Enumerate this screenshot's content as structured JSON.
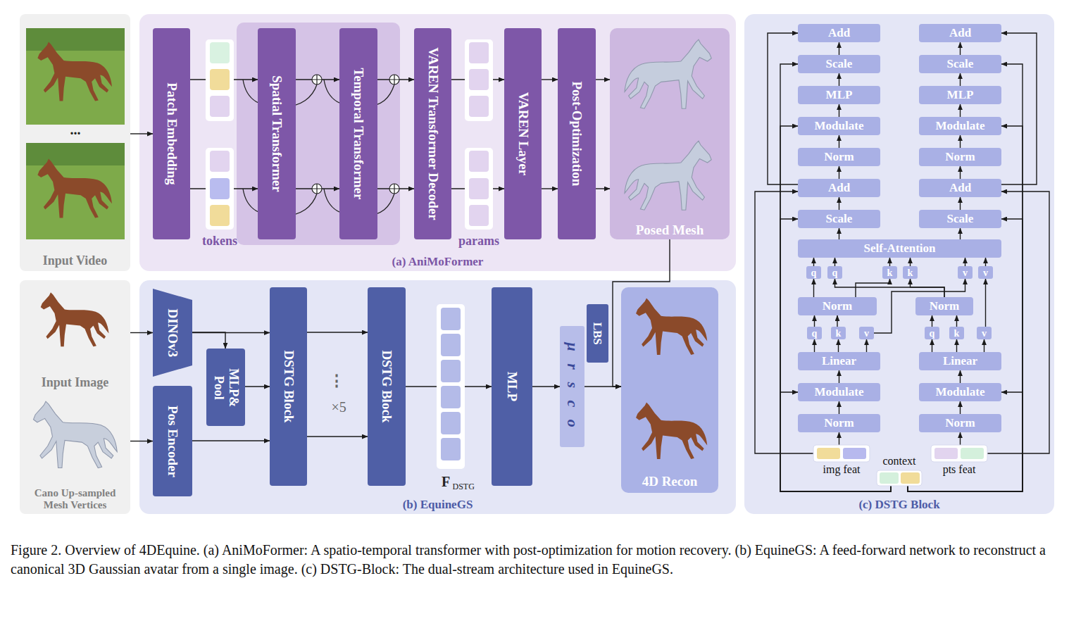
{
  "diagram": {
    "caption": "Figure 2. Overview of 4DEquine. (a) AniMoFormer: A spatio-temporal transformer with post-optimization for motion recovery. (b) EquineGS: A feed-forward network to reconstruct a canonical 3D Gaussian avatar from a single image. (c) DSTG-Block: The dual-stream architecture used in EquineGS.",
    "nodes": [
      {
        "text": [
          "Input Video"
        ]
      },
      {
        "text": [
          "(a) AniMoFormer"
        ]
      },
      {
        "text": [
          "Patch Embedding"
        ],
        "in": 1
      },
      {
        "text": [
          "Spatial Transformer"
        ],
        "in": 1
      },
      {
        "text": [
          "Temporal Transformer"
        ],
        "in": 1
      },
      {
        "text": [
          "VAREN Transformer Decoder"
        ],
        "in": 1
      },
      {
        "text": [
          "VAREN Layer"
        ],
        "in": 1
      },
      {
        "text": [
          "Post-Optimization"
        ],
        "in": 1
      },
      {
        "text": [
          "Posed Mesh"
        ],
        "in": 1
      },
      {
        "text": [
          "Input Image",
          "Cano Up-sampled Mesh Vertices"
        ]
      },
      {
        "text": [
          "(b) EquineGS"
        ]
      },
      {
        "text": [
          "DINOv3"
        ],
        "in": 10
      },
      {
        "text": [
          "Pos Encoder"
        ],
        "in": 10
      },
      {
        "text": [
          "MLP& Pool"
        ],
        "in": 10
      },
      {
        "text": [
          "DSTG Block"
        ],
        "in": 10
      },
      {
        "text": [
          "DSTG Block"
        ],
        "in": 10
      },
      {
        "text": [
          "MLP"
        ],
        "in": 10
      },
      {
        "text": [
          "μ r s c o"
        ],
        "in": 10
      },
      {
        "text": [
          "LBS"
        ],
        "in": 10
      },
      {
        "text": [
          "4D Recon"
        ],
        "in": 10
      },
      {
        "text": [
          "(c) DSTG Block"
        ]
      },
      {
        "text": [
          "Add"
        ],
        "in": 20
      },
      {
        "text": [
          "Add"
        ],
        "in": 20
      },
      {
        "text": [
          "Scale"
        ],
        "in": 20
      },
      {
        "text": [
          "Scale"
        ],
        "in": 20
      },
      {
        "text": [
          "MLP"
        ],
        "in": 20
      },
      {
        "text": [
          "MLP"
        ],
        "in": 20
      },
      {
        "text": [
          "Modulate"
        ],
        "in": 20
      },
      {
        "text": [
          "Modulate"
        ],
        "in": 20
      },
      {
        "text": [
          "Norm"
        ],
        "in": 20
      },
      {
        "text": [
          "Norm"
        ],
        "in": 20
      },
      {
        "text": [
          "Add"
        ],
        "in": 20
      },
      {
        "text": [
          "Add"
        ],
        "in": 20
      },
      {
        "text": [
          "Scale"
        ],
        "in": 20
      },
      {
        "text": [
          "Scale"
        ],
        "in": 20
      },
      {
        "text": [
          "Self-Attention"
        ],
        "in": 20
      },
      {
        "text": [
          "q"
        ],
        "in": 20
      },
      {
        "text": [
          "q"
        ],
        "in": 20
      },
      {
        "text": [
          "k"
        ],
        "in": 20
      },
      {
        "text": [
          "k"
        ],
        "in": 20
      },
      {
        "text": [
          "v"
        ],
        "in": 20
      },
      {
        "text": [
          "v"
        ],
        "in": 20
      },
      {
        "text": [
          "Norm"
        ],
        "in": 20
      },
      {
        "text": [
          "Norm"
        ],
        "in": 20
      },
      {
        "text": [
          "q"
        ],
        "in": 20
      },
      {
        "text": [
          "k"
        ],
        "in": 20
      },
      {
        "text": [
          "v"
        ],
        "in": 20
      },
      {
        "text": [
          "q"
        ],
        "in": 20
      },
      {
        "text": [
          "k"
        ],
        "in": 20
      },
      {
        "text": [
          "v"
        ],
        "in": 20
      },
      {
        "text": [
          "Linear"
        ],
        "in": 20
      },
      {
        "text": [
          "Linear"
        ],
        "in": 20
      },
      {
        "text": [
          "Modulate"
        ],
        "in": 20
      },
      {
        "text": [
          "Modulate"
        ],
        "in": 20
      },
      {
        "text": [
          "Norm"
        ],
        "in": 20
      },
      {
        "text": [
          "Norm"
        ],
        "in": 20
      },
      {
        "text": [
          "img feat"
        ],
        "in": 20
      },
      {
        "text": [
          "context"
        ],
        "in": 20
      },
      {
        "text": [
          "pts feat"
        ],
        "in": 20
      }
    ],
    "edges": [
      {
        "from": 0,
        "to": 2,
        "arrow": "to"
      },
      {
        "from": 2,
        "to": 3,
        "arrow": "to"
      },
      {
        "from": 3,
        "to": 4,
        "arrow": "to"
      },
      {
        "from": 4,
        "to": 5,
        "arrow": "to"
      },
      {
        "from": 5,
        "to": 6,
        "arrow": "to"
      },
      {
        "from": 6,
        "to": 7,
        "arrow": "to"
      },
      {
        "from": 7,
        "to": 8,
        "arrow": "to"
      },
      {
        "from": 8,
        "to": 19,
        "arrow": "to"
      },
      {
        "from": 9,
        "to": 11,
        "arrow": "to"
      },
      {
        "from": 9,
        "to": 12,
        "arrow": "to"
      },
      {
        "from": 11,
        "to": 14,
        "arrow": "to"
      },
      {
        "from": 11,
        "to": 13,
        "arrow": "to"
      },
      {
        "from": 13,
        "to": 14,
        "arrow": "to"
      },
      {
        "from": 12,
        "to": 14,
        "arrow": "to"
      },
      {
        "from": 14,
        "to": 15,
        "arrow": "to"
      },
      {
        "from": 15,
        "to": 16,
        "arrow": "to"
      },
      {
        "from": 16,
        "to": 17,
        "arrow": "to"
      },
      {
        "from": 17,
        "to": 19,
        "arrow": "to"
      },
      {
        "from": 56,
        "to": 54,
        "arrow": "to"
      },
      {
        "from": 54,
        "to": 52,
        "arrow": "to"
      },
      {
        "from": 52,
        "to": 50,
        "arrow": "to"
      },
      {
        "from": 50,
        "to": 44,
        "arrow": "to"
      },
      {
        "from": 50,
        "to": 45,
        "arrow": "to"
      },
      {
        "from": 50,
        "to": 46,
        "arrow": "to"
      },
      {
        "from": 44,
        "to": 42,
        "arrow": "to"
      },
      {
        "from": 45,
        "to": 42,
        "arrow": "to"
      },
      {
        "from": 42,
        "to": 36,
        "arrow": "to"
      },
      {
        "from": 42,
        "to": 38,
        "arrow": "to"
      },
      {
        "from": 46,
        "to": 40,
        "arrow": "to"
      },
      {
        "from": 58,
        "to": 55,
        "arrow": "to"
      },
      {
        "from": 55,
        "to": 53,
        "arrow": "to"
      },
      {
        "from": 53,
        "to": 51,
        "arrow": "to"
      },
      {
        "from": 51,
        "to": 47,
        "arrow": "to"
      },
      {
        "from": 51,
        "to": 48,
        "arrow": "to"
      },
      {
        "from": 51,
        "to": 49,
        "arrow": "to"
      },
      {
        "from": 47,
        "to": 43,
        "arrow": "to"
      },
      {
        "from": 48,
        "to": 43,
        "arrow": "to"
      },
      {
        "from": 43,
        "to": 37,
        "arrow": "to"
      },
      {
        "from": 43,
        "to": 39,
        "arrow": "to"
      },
      {
        "from": 49,
        "to": 41,
        "arrow": "to"
      },
      {
        "from": 36,
        "to": 35,
        "arrow": "to"
      },
      {
        "from": 37,
        "to": 35,
        "arrow": "to"
      },
      {
        "from": 38,
        "to": 35,
        "arrow": "to"
      },
      {
        "from": 39,
        "to": 35,
        "arrow": "to"
      },
      {
        "from": 40,
        "to": 35,
        "arrow": "to"
      },
      {
        "from": 41,
        "to": 35,
        "arrow": "to"
      },
      {
        "from": 35,
        "to": 33,
        "arrow": "to"
      },
      {
        "from": 35,
        "to": 34,
        "arrow": "to"
      },
      {
        "from": 33,
        "to": 31,
        "arrow": "to"
      },
      {
        "from": 34,
        "to": 32,
        "arrow": "to"
      },
      {
        "from": 31,
        "to": 29,
        "arrow": "to"
      },
      {
        "from": 29,
        "to": 27,
        "arrow": "to"
      },
      {
        "from": 27,
        "to": 25,
        "arrow": "to"
      },
      {
        "from": 25,
        "to": 23,
        "arrow": "to"
      },
      {
        "from": 23,
        "to": 21,
        "arrow": "to"
      },
      {
        "from": 32,
        "to": 30,
        "arrow": "to"
      },
      {
        "from": 30,
        "to": 28,
        "arrow": "to"
      },
      {
        "from": 28,
        "to": 26,
        "arrow": "to"
      },
      {
        "from": 26,
        "to": 24,
        "arrow": "to"
      },
      {
        "from": 24,
        "to": 22,
        "arrow": "to"
      },
      {
        "from": 56,
        "to": 31,
        "arrow": "to"
      },
      {
        "from": 31,
        "to": 21,
        "arrow": "to"
      },
      {
        "from": 58,
        "to": 32,
        "arrow": "to"
      },
      {
        "from": 32,
        "to": 22,
        "arrow": "to"
      },
      {
        "from": 57,
        "to": 52,
        "arrow": "to"
      },
      {
        "from": 57,
        "to": 33,
        "arrow": "to"
      },
      {
        "from": 57,
        "to": 27,
        "arrow": "to"
      },
      {
        "from": 57,
        "to": 23,
        "arrow": "to"
      },
      {
        "from": 57,
        "to": 53,
        "arrow": "to"
      },
      {
        "from": 57,
        "to": 34,
        "arrow": "to"
      },
      {
        "from": 57,
        "to": 28,
        "arrow": "to"
      },
      {
        "from": 57,
        "to": 24,
        "arrow": "to"
      }
    ],
    "labels": [
      "...",
      "tokens",
      "params",
      "⋮",
      "×5",
      "F",
      "DSTG"
    ]
  }
}
